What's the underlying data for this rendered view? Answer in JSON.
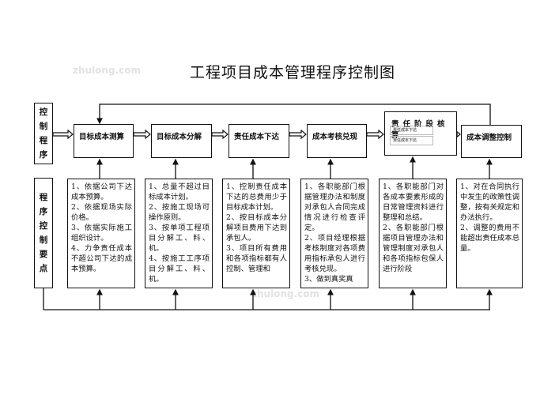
{
  "title": "工程项目成本管理程序控制图",
  "watermark": "zhulong.com",
  "row_labels": {
    "control_procedure": "控制程序",
    "key_points": "程序控制要点"
  },
  "steps": [
    {
      "label": "目标成本测算"
    },
    {
      "label": "目标成本分解"
    },
    {
      "label": "责任成本下达"
    },
    {
      "label": "成本考核兑现"
    },
    {
      "label": "责任阶段核算",
      "sub_items": [
        "责任成本下达",
        "责任成本下达"
      ]
    },
    {
      "label": "成本调整控制"
    }
  ],
  "key_points": [
    [
      "1、依据公司下达成本预算。",
      "2、依据现场实际价格。",
      "3、依据实际施工组织设计。",
      "4、力争责任成本不超公司下达的成本预算。"
    ],
    [
      "1、总量不超过目标成本计划。",
      "2、按施工现场可操作原则。",
      "3、按单项工程项目分解工、料、机。",
      "4、按施工工序项目分解工、料、机。"
    ],
    [
      "1、控制责任成本下达的总费用少于目标成本计划。",
      "2、按目标成本分解项目费用下达到承包人。",
      "3、项目所有费用和各项指标都有人控制、管理和"
    ],
    [
      "1、各职能部门根据管理办法和制度对承包人合同完成情况进行检查评定。",
      "2、项目经理根据考核制度对各项费用指标承包人进行考核兑现。",
      "3、做到真奖真"
    ],
    [
      "1、各职能部门对各成本要素形成的日常管理资料进行整理和总结。",
      "2、各职能部门根据项目管理办法和管理制度对承包人和各项指标包保人进行阶段"
    ],
    [
      "1、对在合同执行中发生的政策性调整，按有关规定和办法执行。",
      "2、调整的费用不能超出责任成本总量。"
    ]
  ]
}
